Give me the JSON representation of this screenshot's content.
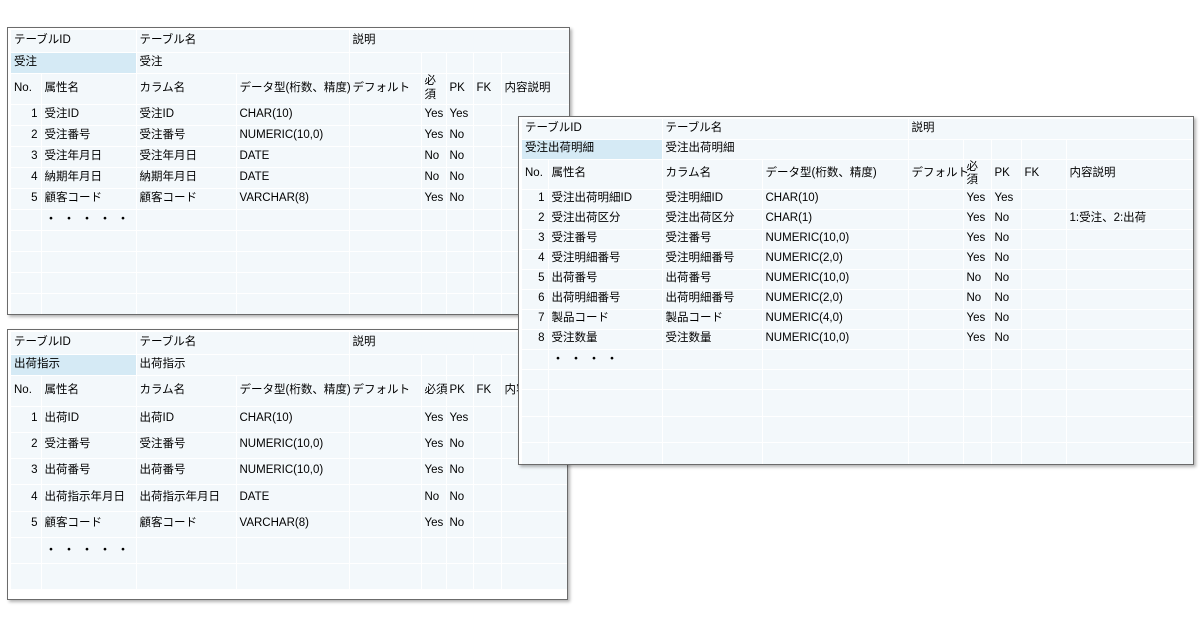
{
  "common": {
    "header_labels": {
      "table_id": "テーブルID",
      "table_name": "テーブル名",
      "description": "説明"
    },
    "column_headers": {
      "no": "No.",
      "attribute_name": "属性名",
      "column_name": "カラム名",
      "data_type": "データ型(桁数、精度)",
      "data_type_line1": "データ型(桁数、精",
      "data_type_line2": "度)",
      "default": "デフォルト",
      "required": "必須",
      "required_line1": "必",
      "required_line2": "須",
      "pk": "PK",
      "fk": "FK",
      "content_description": "内容説明",
      "content_description_clipped": "内容"
    },
    "ellipsis": "・・・・・",
    "ellipsis_short": "・・・・",
    "yes": "Yes",
    "no": "No"
  },
  "colors": {
    "highlight": "#d5eaf5",
    "cell_fill": "#f3f8fb",
    "grid_line": "#ffffff",
    "panel_border": "#6b6b6b",
    "page_background": "#ffffff"
  },
  "tables": [
    {
      "id": "order",
      "table_id": "受注",
      "table_name": "受注",
      "description": "",
      "rows": [
        {
          "no": "1",
          "attribute_name": "受注ID",
          "column_name": "受注ID",
          "data_type": "CHAR(10)",
          "default": "",
          "required": "Yes",
          "pk": "Yes",
          "fk": "",
          "content": ""
        },
        {
          "no": "2",
          "attribute_name": "受注番号",
          "column_name": "受注番号",
          "data_type": "NUMERIC(10,0)",
          "default": "",
          "required": "Yes",
          "pk": "No",
          "fk": "",
          "content": ""
        },
        {
          "no": "3",
          "attribute_name": "受注年月日",
          "column_name": "受注年月日",
          "data_type": "DATE",
          "default": "",
          "required": "No",
          "pk": "No",
          "fk": "",
          "content": ""
        },
        {
          "no": "4",
          "attribute_name": "納期年月日",
          "column_name": "納期年月日",
          "data_type": "DATE",
          "default": "",
          "required": "No",
          "pk": "No",
          "fk": "",
          "content": ""
        },
        {
          "no": "5",
          "attribute_name": "顧客コード",
          "column_name": "顧客コード",
          "data_type": "VARCHAR(8)",
          "default": "",
          "required": "Yes",
          "pk": "No",
          "fk": "",
          "content": ""
        }
      ]
    },
    {
      "id": "shipping-instruction",
      "table_id": "出荷指示",
      "table_name": "出荷指示",
      "description": "",
      "rows": [
        {
          "no": "1",
          "attribute_name": "出荷ID",
          "column_name": "出荷ID",
          "data_type": "CHAR(10)",
          "default": "",
          "required": "Yes",
          "pk": "Yes",
          "fk": "",
          "content": ""
        },
        {
          "no": "2",
          "attribute_name": "受注番号",
          "column_name": "受注番号",
          "data_type": "NUMERIC(10,0)",
          "default": "",
          "required": "Yes",
          "pk": "No",
          "fk": "",
          "content": ""
        },
        {
          "no": "3",
          "attribute_name": "出荷番号",
          "column_name": "出荷番号",
          "data_type": "NUMERIC(10,0)",
          "default": "",
          "required": "Yes",
          "pk": "No",
          "fk": "",
          "content": ""
        },
        {
          "no": "4",
          "attribute_name": "出荷指示年月日",
          "column_name": "出荷指示年月日",
          "data_type": "DATE",
          "default": "",
          "required": "No",
          "pk": "No",
          "fk": "",
          "content": ""
        },
        {
          "no": "5",
          "attribute_name": "顧客コード",
          "column_name": "顧客コード",
          "data_type": "VARCHAR(8)",
          "default": "",
          "required": "Yes",
          "pk": "No",
          "fk": "",
          "content": ""
        }
      ]
    },
    {
      "id": "order-shipping-detail",
      "table_id": "受注出荷明細",
      "table_name": "受注出荷明細",
      "description": "",
      "rows": [
        {
          "no": "1",
          "attribute_name": "受注出荷明細ID",
          "column_name": "受注明細ID",
          "data_type": "CHAR(10)",
          "default": "",
          "required": "Yes",
          "pk": "Yes",
          "fk": "",
          "content": ""
        },
        {
          "no": "2",
          "attribute_name": "受注出荷区分",
          "column_name": "受注出荷区分",
          "data_type": "CHAR(1)",
          "default": "",
          "required": "Yes",
          "pk": "No",
          "fk": "",
          "content": "1:受注、2:出荷"
        },
        {
          "no": "3",
          "attribute_name": "受注番号",
          "column_name": "受注番号",
          "data_type": "NUMERIC(10,0)",
          "default": "",
          "required": "Yes",
          "pk": "No",
          "fk": "",
          "content": ""
        },
        {
          "no": "4",
          "attribute_name": "受注明細番号",
          "column_name": "受注明細番号",
          "data_type": "NUMERIC(2,0)",
          "default": "",
          "required": "Yes",
          "pk": "No",
          "fk": "",
          "content": ""
        },
        {
          "no": "5",
          "attribute_name": "出荷番号",
          "column_name": "出荷番号",
          "data_type": "NUMERIC(10,0)",
          "default": "",
          "required": "No",
          "pk": "No",
          "fk": "",
          "content": ""
        },
        {
          "no": "6",
          "attribute_name": "出荷明細番号",
          "column_name": "出荷明細番号",
          "data_type": "NUMERIC(2,0)",
          "default": "",
          "required": "No",
          "pk": "No",
          "fk": "",
          "content": ""
        },
        {
          "no": "7",
          "attribute_name": "製品コード",
          "column_name": "製品コード",
          "data_type": "NUMERIC(4,0)",
          "default": "",
          "required": "Yes",
          "pk": "No",
          "fk": "",
          "content": ""
        },
        {
          "no": "8",
          "attribute_name": "受注数量",
          "column_name": "受注数量",
          "data_type": "NUMERIC(10,0)",
          "default": "",
          "required": "Yes",
          "pk": "No",
          "fk": "",
          "content": ""
        }
      ]
    }
  ]
}
